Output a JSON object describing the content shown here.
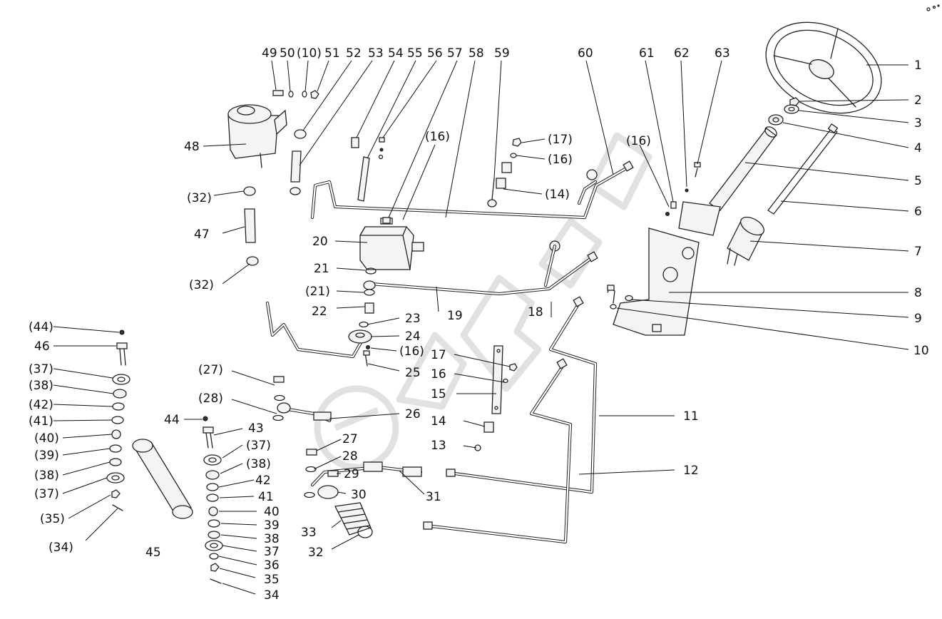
{
  "diagram": {
    "title": "",
    "labels": [
      {
        "text": "1"
      },
      {
        "text": "2"
      },
      {
        "text": "3"
      },
      {
        "text": "4"
      },
      {
        "text": "5"
      },
      {
        "text": "6"
      },
      {
        "text": "7"
      },
      {
        "text": "8"
      },
      {
        "text": "9"
      },
      {
        "text": "10"
      },
      {
        "text": "11"
      },
      {
        "text": "12"
      },
      {
        "text": "13"
      },
      {
        "text": "14"
      },
      {
        "text": "15"
      },
      {
        "text": "16"
      },
      {
        "text": "17"
      },
      {
        "text": "18"
      },
      {
        "text": "19"
      },
      {
        "text": "20"
      },
      {
        "text": "21"
      },
      {
        "text": "(21)"
      },
      {
        "text": "22"
      },
      {
        "text": "23"
      },
      {
        "text": "24"
      },
      {
        "text": "(16)"
      },
      {
        "text": "25"
      },
      {
        "text": "26"
      },
      {
        "text": "(27)"
      },
      {
        "text": "(28)"
      },
      {
        "text": "27"
      },
      {
        "text": "28"
      },
      {
        "text": "29"
      },
      {
        "text": "30"
      },
      {
        "text": "31"
      },
      {
        "text": "32"
      },
      {
        "text": "33"
      },
      {
        "text": "34"
      },
      {
        "text": "35"
      },
      {
        "text": "36"
      },
      {
        "text": "37"
      },
      {
        "text": "38"
      },
      {
        "text": "39"
      },
      {
        "text": "40"
      },
      {
        "text": "41"
      },
      {
        "text": "42"
      },
      {
        "text": "(38)"
      },
      {
        "text": "(37)"
      },
      {
        "text": "43"
      },
      {
        "text": "44"
      },
      {
        "text": "45"
      },
      {
        "text": "(44)"
      },
      {
        "text": "46"
      },
      {
        "text": "(37)"
      },
      {
        "text": "(38)"
      },
      {
        "text": "(42)"
      },
      {
        "text": "(41)"
      },
      {
        "text": "(40)"
      },
      {
        "text": "(39)"
      },
      {
        "text": "(38)"
      },
      {
        "text": "(37)"
      },
      {
        "text": "(35)"
      },
      {
        "text": "(34)"
      },
      {
        "text": "(32)"
      },
      {
        "text": "47"
      },
      {
        "text": "(32)"
      },
      {
        "text": "48"
      },
      {
        "text": "49"
      },
      {
        "text": "50"
      },
      {
        "text": "(10)"
      },
      {
        "text": "51"
      },
      {
        "text": "52"
      },
      {
        "text": "53"
      },
      {
        "text": "54"
      },
      {
        "text": "55"
      },
      {
        "text": "56"
      },
      {
        "text": "57"
      },
      {
        "text": "58"
      },
      {
        "text": "59"
      },
      {
        "text": "(16)"
      },
      {
        "text": "(17)"
      },
      {
        "text": "(16)"
      },
      {
        "text": "(14)"
      },
      {
        "text": "60"
      },
      {
        "text": "(16)"
      },
      {
        "text": "61"
      },
      {
        "text": "62"
      },
      {
        "text": "63"
      }
    ]
  }
}
